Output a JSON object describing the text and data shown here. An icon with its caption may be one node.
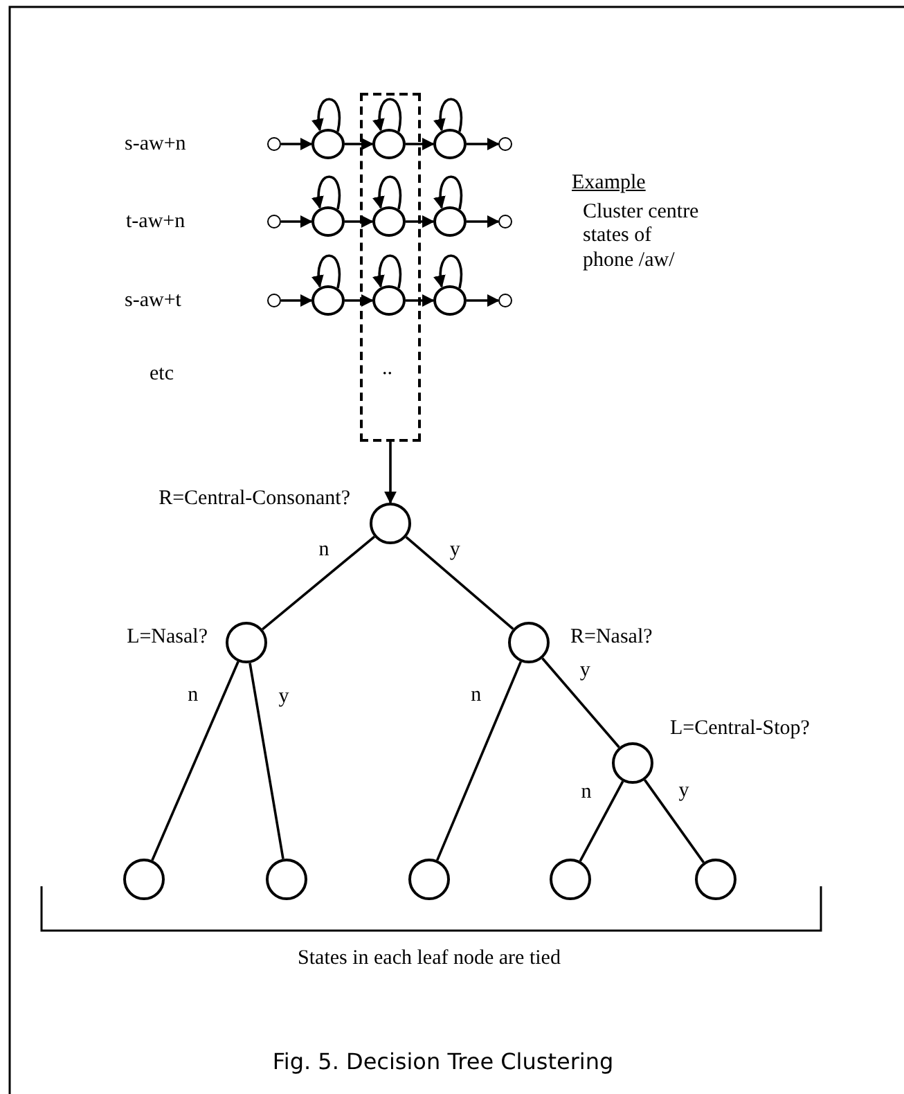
{
  "diagram": {
    "caption": "Fig. 5. Decision Tree Clustering",
    "nodes": [
      {
        "text": [],
        "shape": "box"
      },
      {
        "text": [],
        "shape": "circle"
      },
      {
        "text": [],
        "shape": "circle"
      },
      {
        "text": [],
        "shape": "circle",
        "in": 0
      },
      {
        "text": [],
        "shape": "circle"
      },
      {
        "text": [],
        "shape": "circle"
      },
      {
        "text": [],
        "shape": "circle"
      },
      {
        "text": [],
        "shape": "circle"
      },
      {
        "text": [],
        "shape": "circle",
        "in": 0
      },
      {
        "text": [],
        "shape": "circle"
      },
      {
        "text": [],
        "shape": "circle"
      },
      {
        "text": [],
        "shape": "circle"
      },
      {
        "text": [],
        "shape": "circle"
      },
      {
        "text": [],
        "shape": "circle",
        "in": 0
      },
      {
        "text": [],
        "shape": "circle"
      },
      {
        "text": [],
        "shape": "circle"
      },
      {
        "text": [],
        "shape": "circle",
        "beside": [
          "R=Central-Consonant?"
        ]
      },
      {
        "text": [],
        "shape": "circle",
        "beside": [
          "L=Nasal?"
        ]
      },
      {
        "text": [],
        "shape": "circle",
        "beside": [
          "R=Nasal?"
        ]
      },
      {
        "text": [],
        "shape": "circle",
        "beside": [
          "L=Central-Stop?"
        ]
      },
      {
        "text": [],
        "shape": "circle"
      },
      {
        "text": [],
        "shape": "circle"
      },
      {
        "text": [],
        "shape": "circle"
      },
      {
        "text": [],
        "shape": "circle"
      },
      {
        "text": [],
        "shape": "circle"
      }
    ],
    "edges": [
      {
        "from": 1,
        "to": 2,
        "arrow": "to"
      },
      {
        "from": 2,
        "to": 3,
        "arrow": "to"
      },
      {
        "from": 3,
        "to": 4,
        "arrow": "to"
      },
      {
        "from": 4,
        "to": 5,
        "arrow": "to"
      },
      {
        "from": 2,
        "to": 2,
        "arrow": "to"
      },
      {
        "from": 3,
        "to": 3,
        "arrow": "to"
      },
      {
        "from": 4,
        "to": 4,
        "arrow": "to"
      },
      {
        "from": 6,
        "to": 7,
        "arrow": "to"
      },
      {
        "from": 7,
        "to": 8,
        "arrow": "to"
      },
      {
        "from": 8,
        "to": 9,
        "arrow": "to"
      },
      {
        "from": 9,
        "to": 10,
        "arrow": "to"
      },
      {
        "from": 7,
        "to": 7,
        "arrow": "to"
      },
      {
        "from": 8,
        "to": 8,
        "arrow": "to"
      },
      {
        "from": 9,
        "to": 9,
        "arrow": "to"
      },
      {
        "from": 11,
        "to": 12,
        "arrow": "to"
      },
      {
        "from": 12,
        "to": 13,
        "arrow": "to"
      },
      {
        "from": 13,
        "to": 14,
        "arrow": "to"
      },
      {
        "from": 14,
        "to": 15,
        "arrow": "to"
      },
      {
        "from": 12,
        "to": 12,
        "arrow": "to"
      },
      {
        "from": 13,
        "to": 13,
        "arrow": "to"
      },
      {
        "from": 14,
        "to": 14,
        "arrow": "to"
      },
      {
        "from": 0,
        "to": 16,
        "arrow": "to"
      },
      {
        "from": 16,
        "to": 17,
        "label": "n",
        "arrow": "none"
      },
      {
        "from": 16,
        "to": 18,
        "label": "y",
        "arrow": "none"
      },
      {
        "from": 17,
        "to": 20,
        "label": "n",
        "arrow": "none"
      },
      {
        "from": 17,
        "to": 21,
        "label": "y",
        "arrow": "none"
      },
      {
        "from": 18,
        "to": 22,
        "label": "n",
        "arrow": "none"
      },
      {
        "from": 18,
        "to": 19,
        "label": "y",
        "arrow": "none"
      },
      {
        "from": 19,
        "to": 23,
        "label": "n",
        "arrow": "none"
      },
      {
        "from": 19,
        "to": 24,
        "label": "y",
        "arrow": "none"
      }
    ],
    "labels": [
      "s-aw+n",
      "t-aw+n",
      "s-aw+t",
      "etc",
      "..",
      "Example",
      "Cluster centre states of phone /aw/",
      "States in each leaf node are tied"
    ]
  }
}
